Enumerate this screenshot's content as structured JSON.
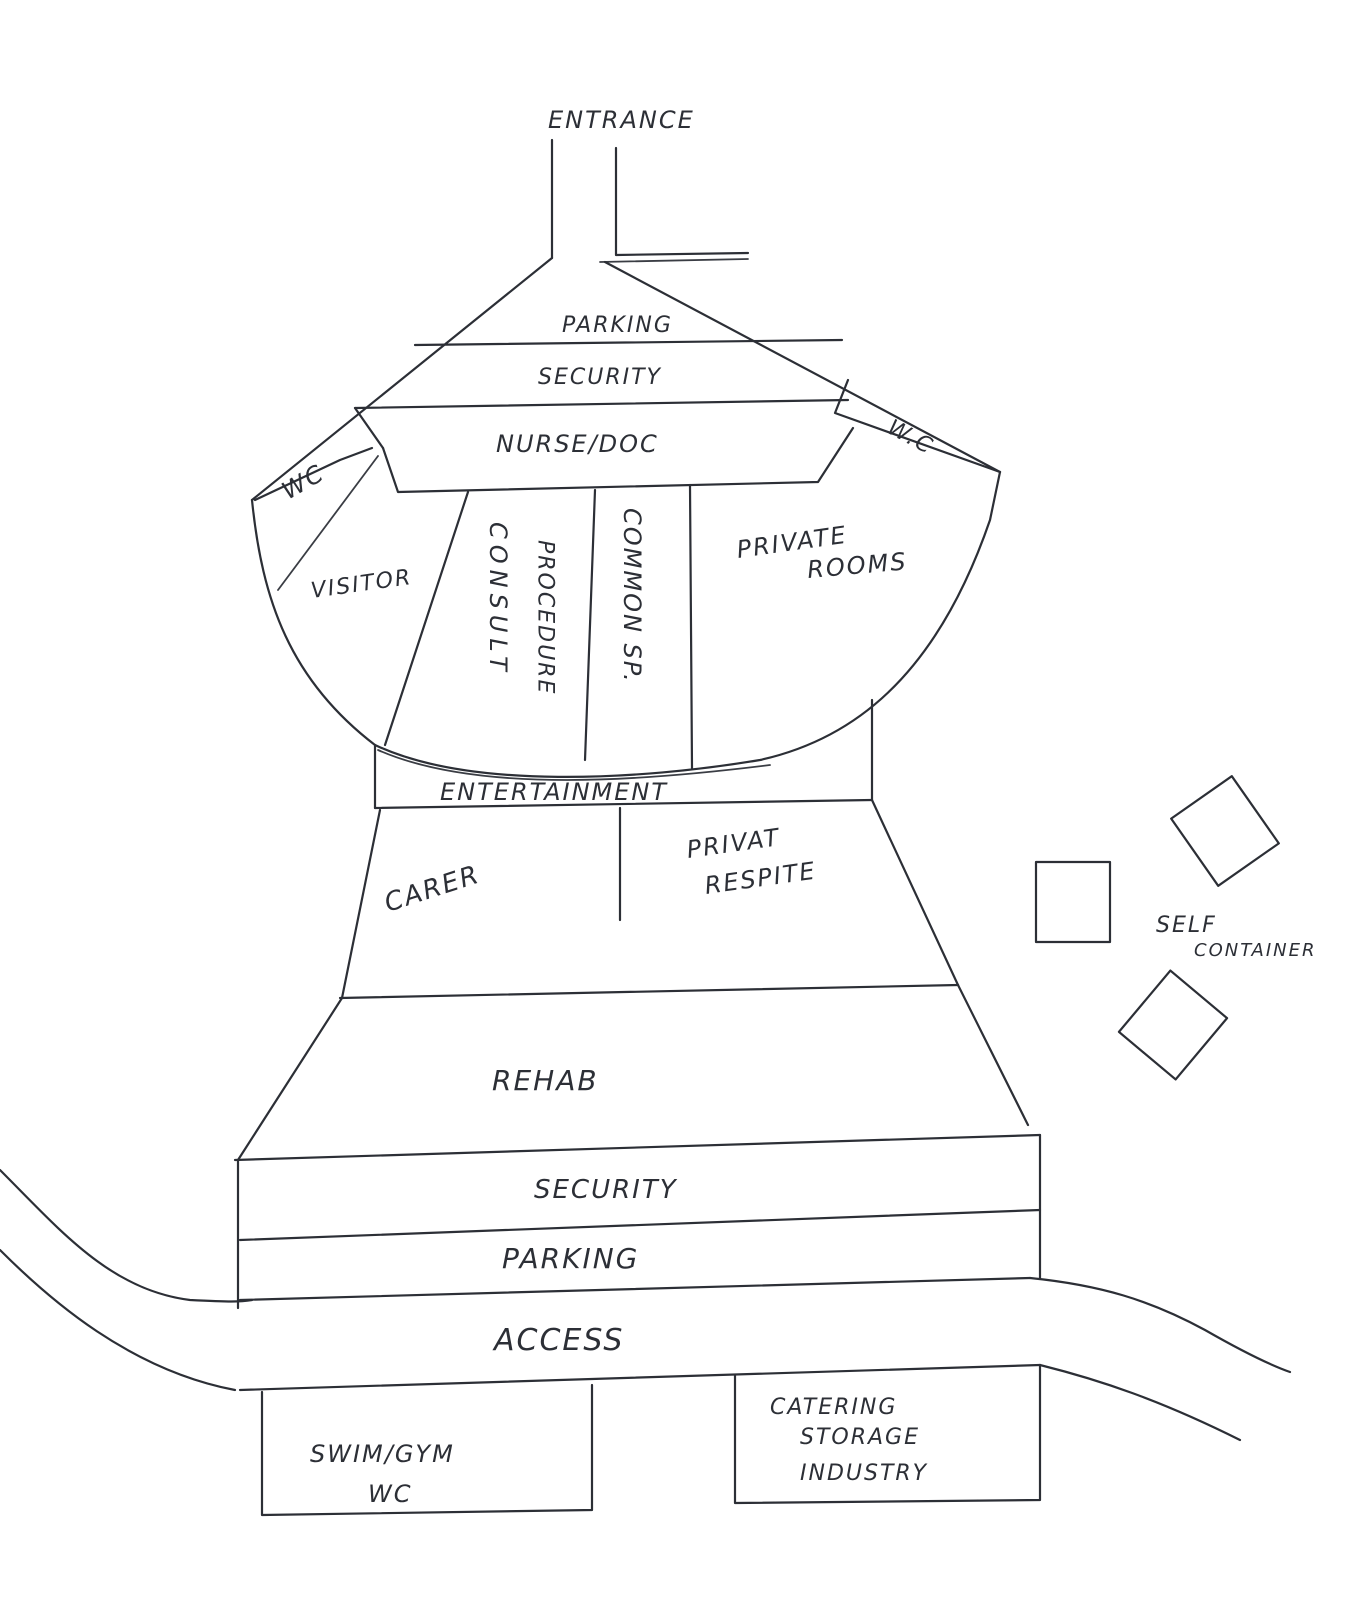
{
  "diagram": {
    "labels": {
      "entrance": "ENTRANCE",
      "parking_top": "PARKING",
      "security_top": "SECURITY",
      "nurse_doc": "NURSE/DOC",
      "wc_left": "WC",
      "wc_right": "W.C",
      "visitor": "VISITOR",
      "consult": "CONSULT",
      "procedure": "PROCEDURE",
      "common_sp": "COMMON SP.",
      "private_rooms_1": "PRIVATE",
      "private_rooms_2": "ROOMS",
      "entertainment": "ENTERTAINMENT",
      "carer": "CARER",
      "privat_respite_1": "PRIVAT",
      "privat_respite_2": "RESPITE",
      "rehab": "REHAB",
      "security_bottom": "SECURITY",
      "parking_bottom": "PARKING",
      "access": "ACCESS",
      "swim_gym_1": "SWIM/GYM",
      "swim_gym_2": "WC",
      "catering_1": "CATERING",
      "catering_2": "STORAGE",
      "catering_3": "INDUSTRY",
      "self_container_1": "SELF",
      "self_container_2": "CONTAINER"
    }
  }
}
